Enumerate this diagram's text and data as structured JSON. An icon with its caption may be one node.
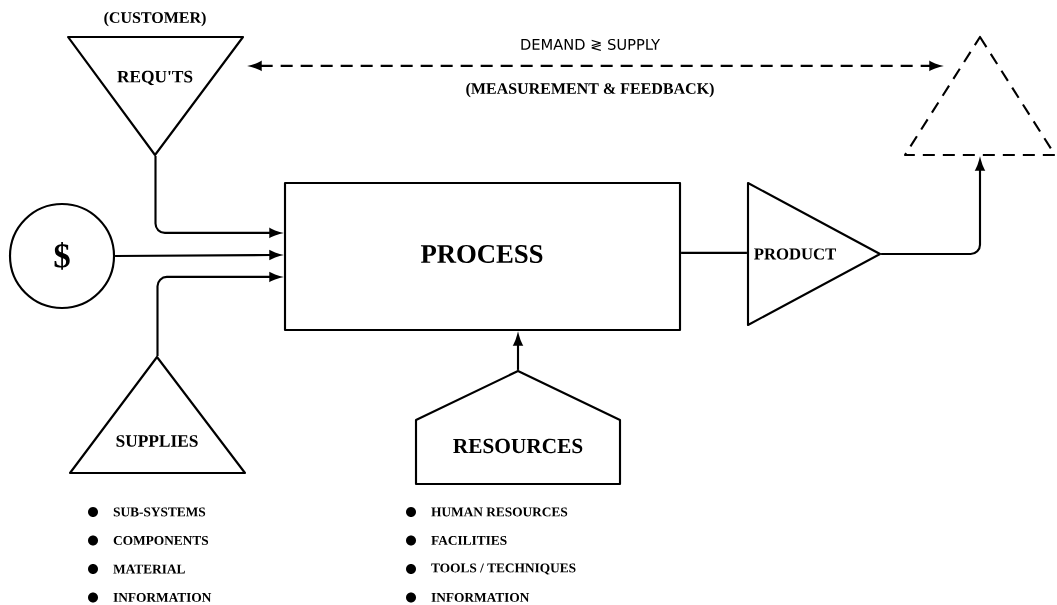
{
  "diagram": {
    "nodes": [
      {
        "text": [
          "REQU'TS"
        ],
        "beside": [
          "(CUSTOMER)"
        ]
      },
      {
        "text": [
          "$"
        ]
      },
      {
        "text": [
          "SUPPLIES"
        ]
      },
      {
        "text": [
          "PROCESS"
        ]
      },
      {
        "text": [
          "RESOURCES"
        ]
      },
      {
        "text": [
          "PRODUCT"
        ]
      },
      {
        "text": [],
        "shape": "triangle"
      }
    ],
    "edges": [
      {
        "from": 0,
        "to": 3,
        "arrow": "to"
      },
      {
        "from": 1,
        "to": 3,
        "arrow": "to"
      },
      {
        "from": 2,
        "to": 3,
        "arrow": "to"
      },
      {
        "from": 4,
        "to": 3,
        "arrow": "to"
      },
      {
        "from": 3,
        "to": 5,
        "arrow": "none"
      },
      {
        "from": 5,
        "to": 6,
        "arrow": "to"
      },
      {
        "from": 0,
        "to": 6,
        "arrow": "both",
        "style": "dashed",
        "label": "DEMAND ≷ SUPPLY"
      }
    ],
    "labels": [
      "(MEASUREMENT & FEEDBACK)",
      "SUB-SYSTEMS",
      "COMPONENTS",
      "MATERIAL",
      "INFORMATION",
      "HUMAN RESOURCES",
      "FACILITIES",
      "TOOLS / TECHNIQUES",
      "INFORMATION"
    ]
  }
}
